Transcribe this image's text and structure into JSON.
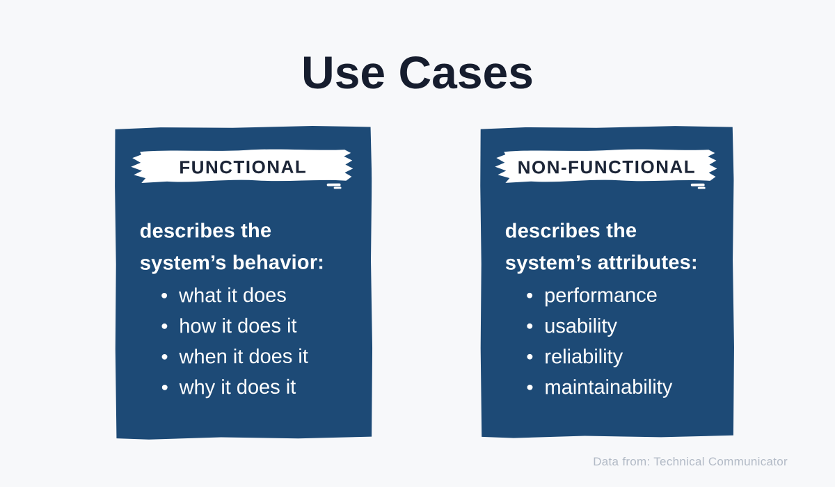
{
  "page": {
    "title": "Use Cases",
    "footer": "Data from: Technical Communicator"
  },
  "bullet_glyph": "•",
  "cards": [
    {
      "label": "FUNCTIONAL",
      "heading": [
        "describes the",
        "system’s behavior:"
      ],
      "bullets": [
        "what it does",
        "how it does it",
        "when it does it",
        "why it does it"
      ]
    },
    {
      "label": "NON-FUNCTIONAL",
      "heading": [
        "describes the",
        "system’s attributes:"
      ],
      "bullets": [
        "performance",
        "usability",
        "reliability",
        "maintainability"
      ]
    }
  ],
  "colors": {
    "background": "#f7f8fa",
    "card_blue": "#1d4a76",
    "title_navy": "#161d2e",
    "label_navy": "#1b2436",
    "text_white": "#ffffff",
    "footer_gray": "#b2bac6"
  }
}
